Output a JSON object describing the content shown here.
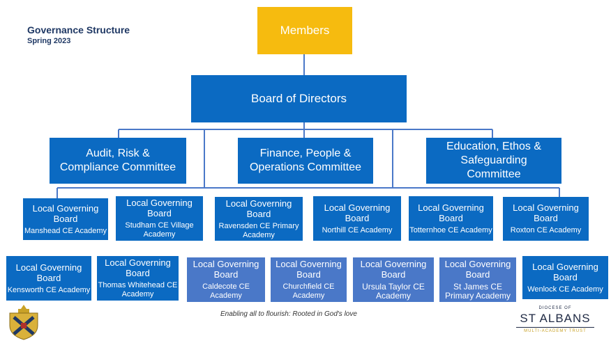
{
  "header": {
    "title": "Governance Structure",
    "subtitle": "Spring 2023"
  },
  "top": {
    "members": "Members",
    "board": "Board of Directors"
  },
  "committees": [
    {
      "label": "Audit, Risk & Compliance Committee"
    },
    {
      "label": "Finance, People & Operations Committee"
    },
    {
      "label": "Education, Ethos & Safeguarding Committee"
    }
  ],
  "lgb_title": "Local Governing Board",
  "row1": [
    "Manshead CE Academy",
    "Studham CE Village Academy",
    "Ravensden CE Primary Academy",
    "Northill CE Academy",
    "Totternhoe CE Academy",
    "Roxton CE Academy"
  ],
  "row2": [
    "Kensworth CE Academy",
    "Thomas Whitehead CE Academy",
    "Caldecote CE Academy",
    "Churchfield CE Academy",
    "Ursula  Taylor CE Academy",
    "St James CE Primary Academy",
    "Wenlock CE Academy"
  ],
  "footer": {
    "tagline": "Enabling all to flourish:  Rooted in God's love",
    "logo_top": "DIOCESE OF",
    "logo_main": "ST ALBANS",
    "logo_bottom": "MULTI-ACADEMY TRUST"
  },
  "colors": {
    "blue": "#0b6ac2",
    "light_blue": "#4a78c8",
    "members": "#f6bb0f",
    "line": "#3a6fb8"
  }
}
